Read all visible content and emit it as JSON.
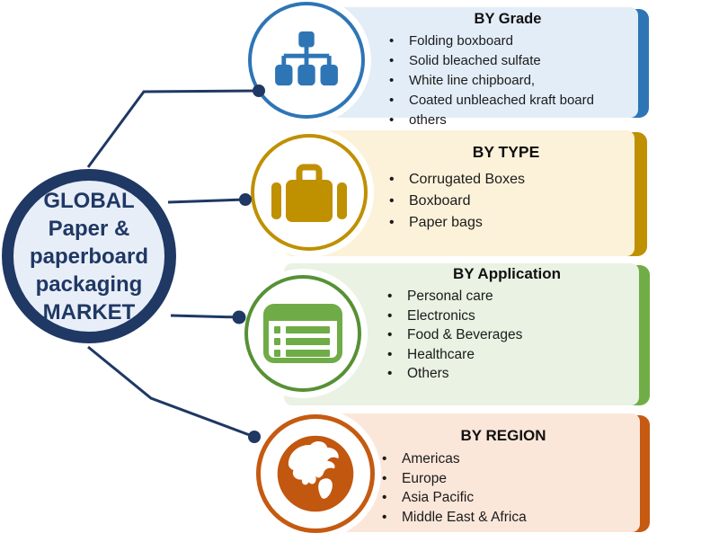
{
  "diagram": {
    "center": {
      "lines": [
        "GLOBAL",
        "Paper &",
        "paperboard",
        "packaging",
        "MARKET"
      ]
    },
    "panels": [
      {
        "heading": "BY Grade",
        "items": [
          "Folding boxboard",
          "Solid bleached sulfate",
          "White line chipboard,",
          "Coated unbleached kraft board",
          " others"
        ],
        "icon": "sitemap-icon",
        "bg_color": "#E3EDF8",
        "accent_color": "#2E75B6"
      },
      {
        "heading": "BY TYPE",
        "items": [
          "Corrugated Boxes",
          "Boxboard",
          "Paper bags"
        ],
        "icon": "briefcase-icon",
        "bg_color": "#FCF2D9",
        "accent_color": "#BF9000"
      },
      {
        "heading": "BY Application",
        "items": [
          "Personal care",
          "Electronics",
          "Food & Beverages",
          "Healthcare",
          "Others"
        ],
        "icon": "list-icon",
        "bg_color": "#E9F2E3",
        "accent_color": "#70AD47"
      },
      {
        "heading": "BY REGION",
        "items": [
          "Americas",
          "Europe",
          "Asia Pacific",
          "Middle East & Africa"
        ],
        "icon": "globe-icon",
        "bg_color": "#FBE7DA",
        "accent_color": "#C55A11"
      }
    ],
    "connector_color": "#1F3864",
    "center_text_color": "#1F3864"
  }
}
